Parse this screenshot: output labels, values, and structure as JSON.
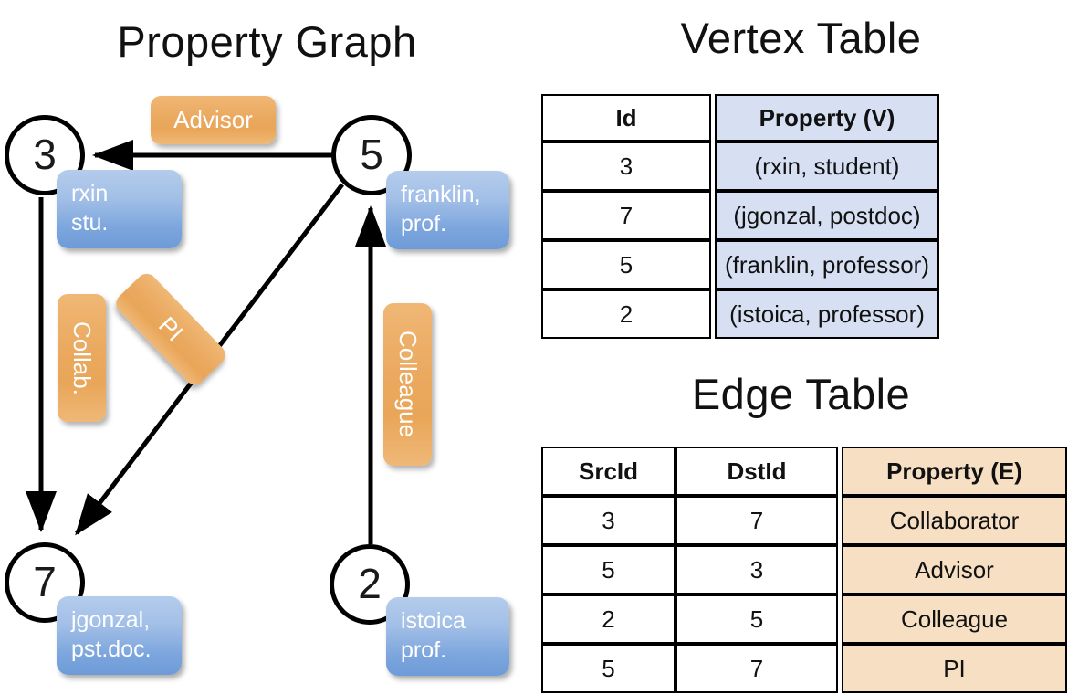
{
  "titles": {
    "property_graph": "Property Graph",
    "vertex_table": "Vertex Table",
    "edge_table": "Edge Table"
  },
  "graph": {
    "nodes": [
      {
        "id": "3",
        "name": "node-3",
        "property_lines": [
          "rxin",
          "stu."
        ]
      },
      {
        "id": "5",
        "name": "node-5",
        "property_lines": [
          "franklin,",
          "prof."
        ]
      },
      {
        "id": "7",
        "name": "node-7",
        "property_lines": [
          "jgonzal,",
          "pst.doc."
        ]
      },
      {
        "id": "2",
        "name": "node-2",
        "property_lines": [
          "istoica",
          "prof."
        ]
      }
    ],
    "edge_labels": [
      {
        "label": "Advisor",
        "orientation": "horizontal"
      },
      {
        "label": "Collab.",
        "orientation": "vertical"
      },
      {
        "label": "PI",
        "orientation": "diagonal"
      },
      {
        "label": "Colleague",
        "orientation": "vertical"
      }
    ],
    "edges": [
      {
        "src": "5",
        "dst": "3",
        "label": "Advisor"
      },
      {
        "src": "3",
        "dst": "7",
        "label": "Collab."
      },
      {
        "src": "5",
        "dst": "7",
        "label": "PI"
      },
      {
        "src": "2",
        "dst": "5",
        "label": "Colleague"
      }
    ]
  },
  "vertex_table": {
    "headers": [
      "Id",
      "Property (V)"
    ],
    "rows": [
      {
        "id": "3",
        "property": "(rxin, student)"
      },
      {
        "id": "7",
        "property": "(jgonzal, postdoc)"
      },
      {
        "id": "5",
        "property": "(franklin, professor)"
      },
      {
        "id": "2",
        "property": "(istoica, professor)"
      }
    ]
  },
  "edge_table": {
    "headers": [
      "SrcId",
      "DstId",
      "Property (E)"
    ],
    "rows": [
      {
        "src": "3",
        "dst": "7",
        "property": "Collaborator"
      },
      {
        "src": "5",
        "dst": "3",
        "property": "Advisor"
      },
      {
        "src": "2",
        "dst": "5",
        "property": "Colleague"
      },
      {
        "src": "5",
        "dst": "7",
        "property": "PI"
      }
    ]
  },
  "colors": {
    "vertex_property_fill": "#d6e0f2",
    "edge_property_fill": "#f7dfc4",
    "node_box_blue": "#7ba5dd",
    "edge_label_orange": "#eaa95f",
    "stroke": "#000000"
  }
}
